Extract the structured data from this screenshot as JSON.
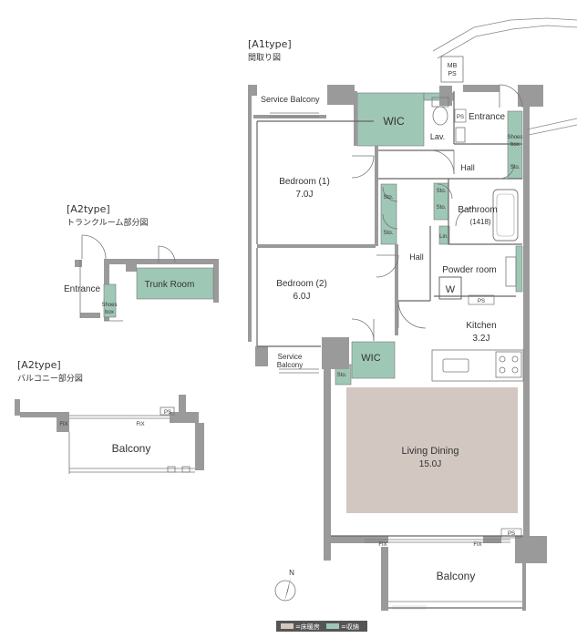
{
  "headers": {
    "a1_type": "[A1type]",
    "a1_sub": "間取り図",
    "a2_trunk_type": "[A2type]",
    "a2_trunk_sub": "トランクルーム部分図",
    "a2_balcony_type": "[A2type]",
    "a2_balcony_sub": "バルコニー部分図"
  },
  "rooms": {
    "mb_ps_1": "MB",
    "mb_ps_2": "PS",
    "service_balcony_top": "Service Balcony",
    "wic_top": "WIC",
    "ps_small": "PS",
    "lav": "Lav.",
    "entrance": "Entrance",
    "shoes_box_1": "Shoes",
    "shoes_box_2": "box",
    "sto_entrance": "Sto.",
    "hall_top": "Hall",
    "bedroom1_name": "Bedroom (1)",
    "bedroom1_size": "7.0J",
    "sto_a": "Sto.",
    "sto_b": "Sto.",
    "sto_c": "Sto.",
    "sto_d": "Sto.",
    "bathroom": "Bathroom",
    "bathroom_size": "(1418)",
    "lin": "Lin.",
    "hall_mid": "Hall",
    "powder_room": "Powder room",
    "washer": "W",
    "ps_powder": "PS",
    "bedroom2_name": "Bedroom (2)",
    "bedroom2_size": "6.0J",
    "kitchen_name": "Kitchen",
    "kitchen_size": "3.2J",
    "service_balcony_bottom_1": "Service",
    "service_balcony_bottom_2": "Balcony",
    "wic_bottom": "WIC",
    "sto_living": "Sto.",
    "living_name": "Living Dining",
    "living_size": "15.0J",
    "ps_living": "PS",
    "fix_main_1": "FIX",
    "fix_main_2": "FIX",
    "balcony_main": "Balcony"
  },
  "trunk": {
    "entrance": "Entrance",
    "trunk_room": "Trunk Room",
    "shoes_1": "Shoes",
    "shoes_2": "box"
  },
  "balcony_detail": {
    "ps": "PS",
    "fix_1": "FIX",
    "fix_2": "FIX",
    "balcony": "Balcony"
  },
  "legend": {
    "floor_heating": "=床暖房",
    "storage": "=収納"
  },
  "compass": "N",
  "colors": {
    "wall": "#9a9a9a",
    "storage": "#9fc7b6",
    "floor_heating": "#d3c7c1"
  }
}
